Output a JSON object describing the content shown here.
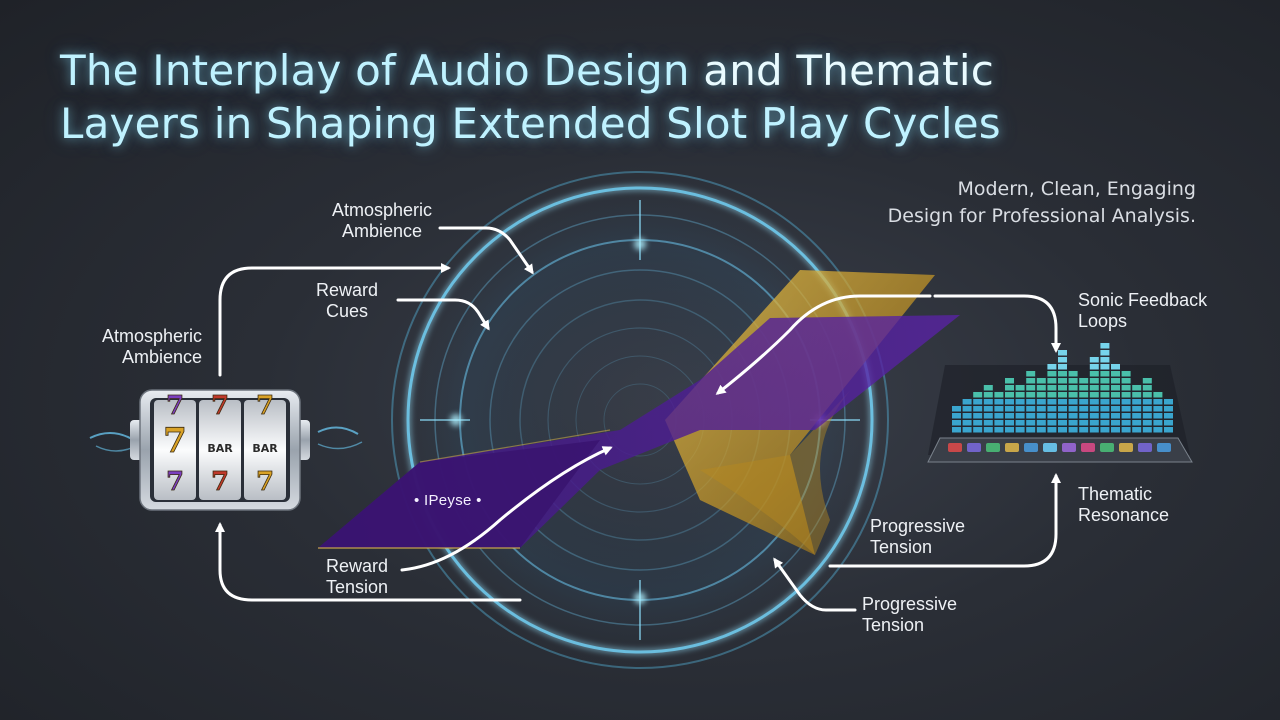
{
  "title": {
    "line1_part1": "The Interplay of Audio Design",
    "line1_part2": " and Thematic",
    "line2": "Layers in Shaping Extended Slot Play Cycles"
  },
  "subtitle": {
    "line1": "Modern, Clean, Engaging",
    "line2": "Design for Professional Analysis."
  },
  "labels": {
    "atmospheric_top": [
      "Atmospheric",
      "Ambience"
    ],
    "reward_cues": [
      "Reward",
      "Cues"
    ],
    "atmospheric_left": [
      "Atmospheric",
      "Ambience"
    ],
    "sonic_feedback": [
      "Sonic Feedback",
      "Loops"
    ],
    "thematic_resonance": [
      "Thematic",
      "Resonance"
    ],
    "progressive_mid": [
      "Progressive",
      "Tension"
    ],
    "progressive_low": [
      "Progressive",
      "Tension"
    ],
    "reward_tension": [
      "Reward",
      "Tension"
    ],
    "center_tag": "• IPeyse •"
  },
  "slot_machine": {
    "reel_symbols": [
      "7",
      "7",
      "7",
      "7",
      "BAR",
      "BAR",
      "7",
      "7",
      "7"
    ]
  },
  "colors": {
    "background": "#2a2e36",
    "title_glow": "#bff2ff",
    "ring_glow": "#5fd2ff",
    "purple_band": "#4a1e8c",
    "gold_band": "#d4a52a",
    "arrow": "#ffffff"
  }
}
